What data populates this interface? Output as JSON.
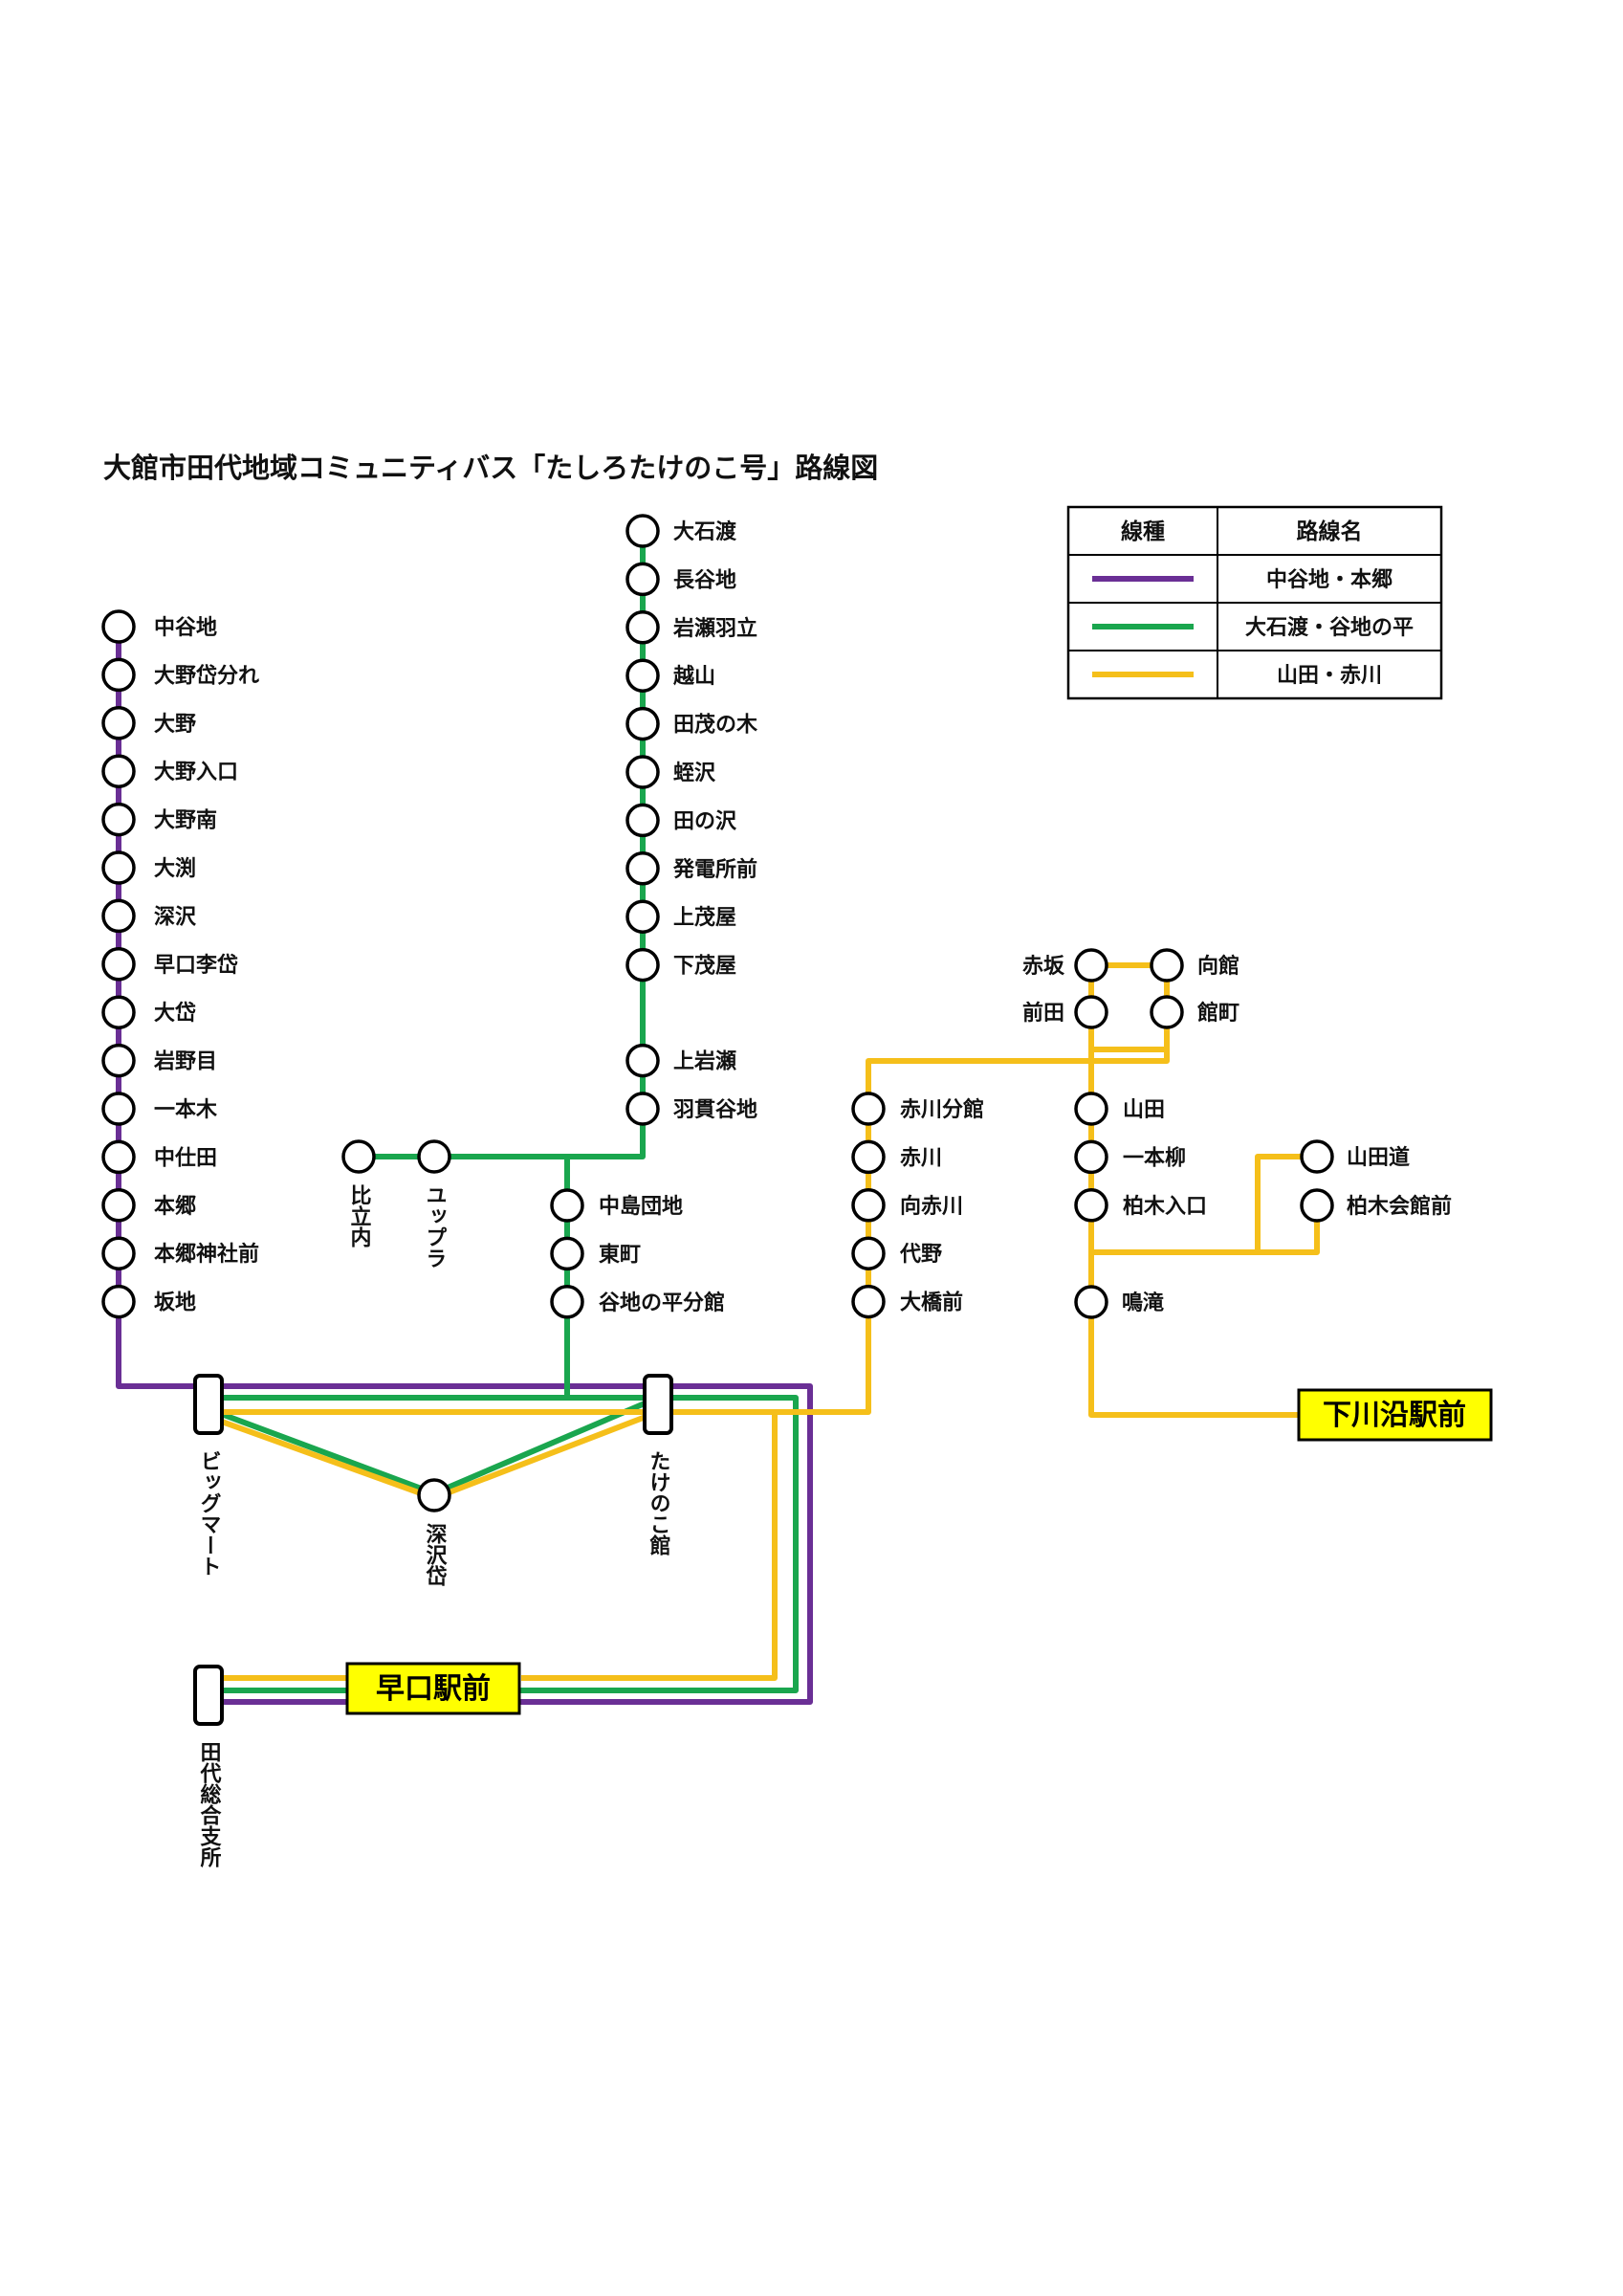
{
  "title": "大館市田代地域コミュニティバス「たしろたけのこ号」路線図",
  "colors": {
    "purple": "#6a2f95",
    "green": "#1aa64e",
    "yellow": "#f5bf1a",
    "terminal_fill": "#ffff00"
  },
  "legend": {
    "header_line": "線種",
    "header_route": "路線名",
    "routes": [
      {
        "color": "#6a2f95",
        "name": "中谷地・本郷"
      },
      {
        "color": "#1aa64e",
        "name": "大石渡・谷地の平"
      },
      {
        "color": "#f5bf1a",
        "name": "山田・赤川"
      }
    ]
  },
  "stops": {
    "nakayachi_line": [
      "中谷地",
      "大野岱分れ",
      "大野",
      "大野入口",
      "大野南",
      "大渕",
      "深沢",
      "早口李岱",
      "大岱",
      "岩野目",
      "一本木",
      "中仕田",
      "本郷",
      "本郷神社前",
      "坂地"
    ],
    "oishiwata_line": [
      "大石渡",
      "長谷地",
      "岩瀬羽立",
      "越山",
      "田茂の木",
      "蛭沢",
      "田の沢",
      "発電所前",
      "上茂屋",
      "下茂屋",
      "上岩瀬",
      "羽貫谷地"
    ],
    "hiratanai": "比立内",
    "yuppura": "ユップラ",
    "yachi_line": [
      "中島団地",
      "東町",
      "谷地の平分館"
    ],
    "akagawa_line": [
      "赤川分館",
      "赤川",
      "向赤川",
      "代野",
      "大橋前"
    ],
    "akasaka": "赤坂",
    "mukaidate": "向館",
    "maeda": "前田",
    "tatemachi": "館町",
    "yamada_line": [
      "山田",
      "一本柳",
      "柏木入口"
    ],
    "yamadamichi": "山田道",
    "kashiwagi_kaikan": "柏木会館前",
    "narutaki": "鳴滝",
    "fukasawatai": "深沢岱"
  },
  "hubs": {
    "bigmart": "ビッグマート",
    "takenokokan": "たけのこ館",
    "tashiro_sogo": "田代総合支所"
  },
  "terminals": {
    "hayaguchi": "早口駅前",
    "shimokawazoe": "下川沿駅前"
  }
}
